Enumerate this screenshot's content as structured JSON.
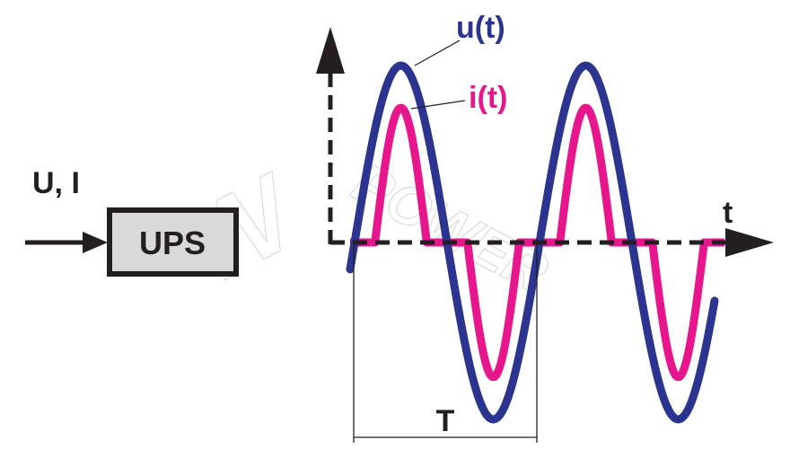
{
  "input": {
    "label": "U, I"
  },
  "ups": {
    "label": "UPS"
  },
  "axis": {
    "time_label": "t"
  },
  "curves": {
    "voltage_label": "u(t)",
    "current_label": "i(t)"
  },
  "period": {
    "label": "T"
  },
  "watermark": {
    "logo": "N",
    "text": "POWER"
  },
  "colors": {
    "voltage": "#2b3590",
    "current": "#e8168c",
    "ink": "#231f20",
    "box_fill": "#d9d9d9"
  }
}
